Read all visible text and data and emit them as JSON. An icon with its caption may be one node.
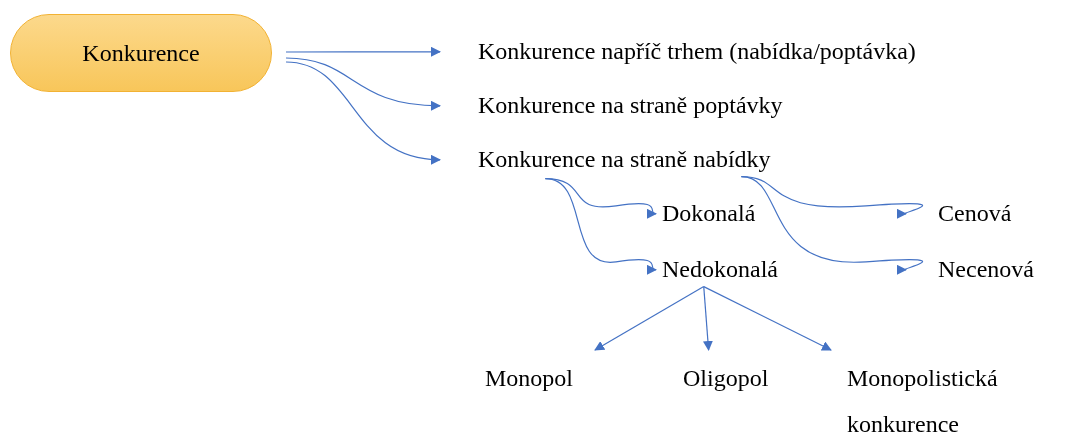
{
  "diagram": {
    "nodes": [
      {
        "text": [
          "Konkurence"
        ]
      },
      {
        "text": [
          "Konkurence napříč trhem (nabídka/poptávka)"
        ]
      },
      {
        "text": [
          "Konkurence na straně poptávky"
        ]
      },
      {
        "text": [
          "Konkurence na straně nabídky"
        ]
      },
      {
        "text": [
          "Dokonalá"
        ]
      },
      {
        "text": [
          "Nedokonalá"
        ]
      },
      {
        "text": [
          "Cenová"
        ]
      },
      {
        "text": [
          "Necenová"
        ]
      },
      {
        "text": [
          "Monopol"
        ]
      },
      {
        "text": [
          "Oligopol"
        ]
      },
      {
        "text": [
          "Monopolistická konkurence"
        ]
      }
    ],
    "edges": [
      {
        "from": 0,
        "to": 1,
        "arrow": "to"
      },
      {
        "from": 0,
        "to": 2,
        "arrow": "to"
      },
      {
        "from": 0,
        "to": 3,
        "arrow": "to"
      },
      {
        "from": 3,
        "to": 4,
        "arrow": "to"
      },
      {
        "from": 3,
        "to": 5,
        "arrow": "to"
      },
      {
        "from": 3,
        "to": 6,
        "arrow": "to"
      },
      {
        "from": 3,
        "to": 7,
        "arrow": "to"
      },
      {
        "from": 5,
        "to": 8,
        "arrow": "to"
      },
      {
        "from": 5,
        "to": 9,
        "arrow": "to"
      },
      {
        "from": 5,
        "to": 10,
        "arrow": "to"
      }
    ]
  }
}
